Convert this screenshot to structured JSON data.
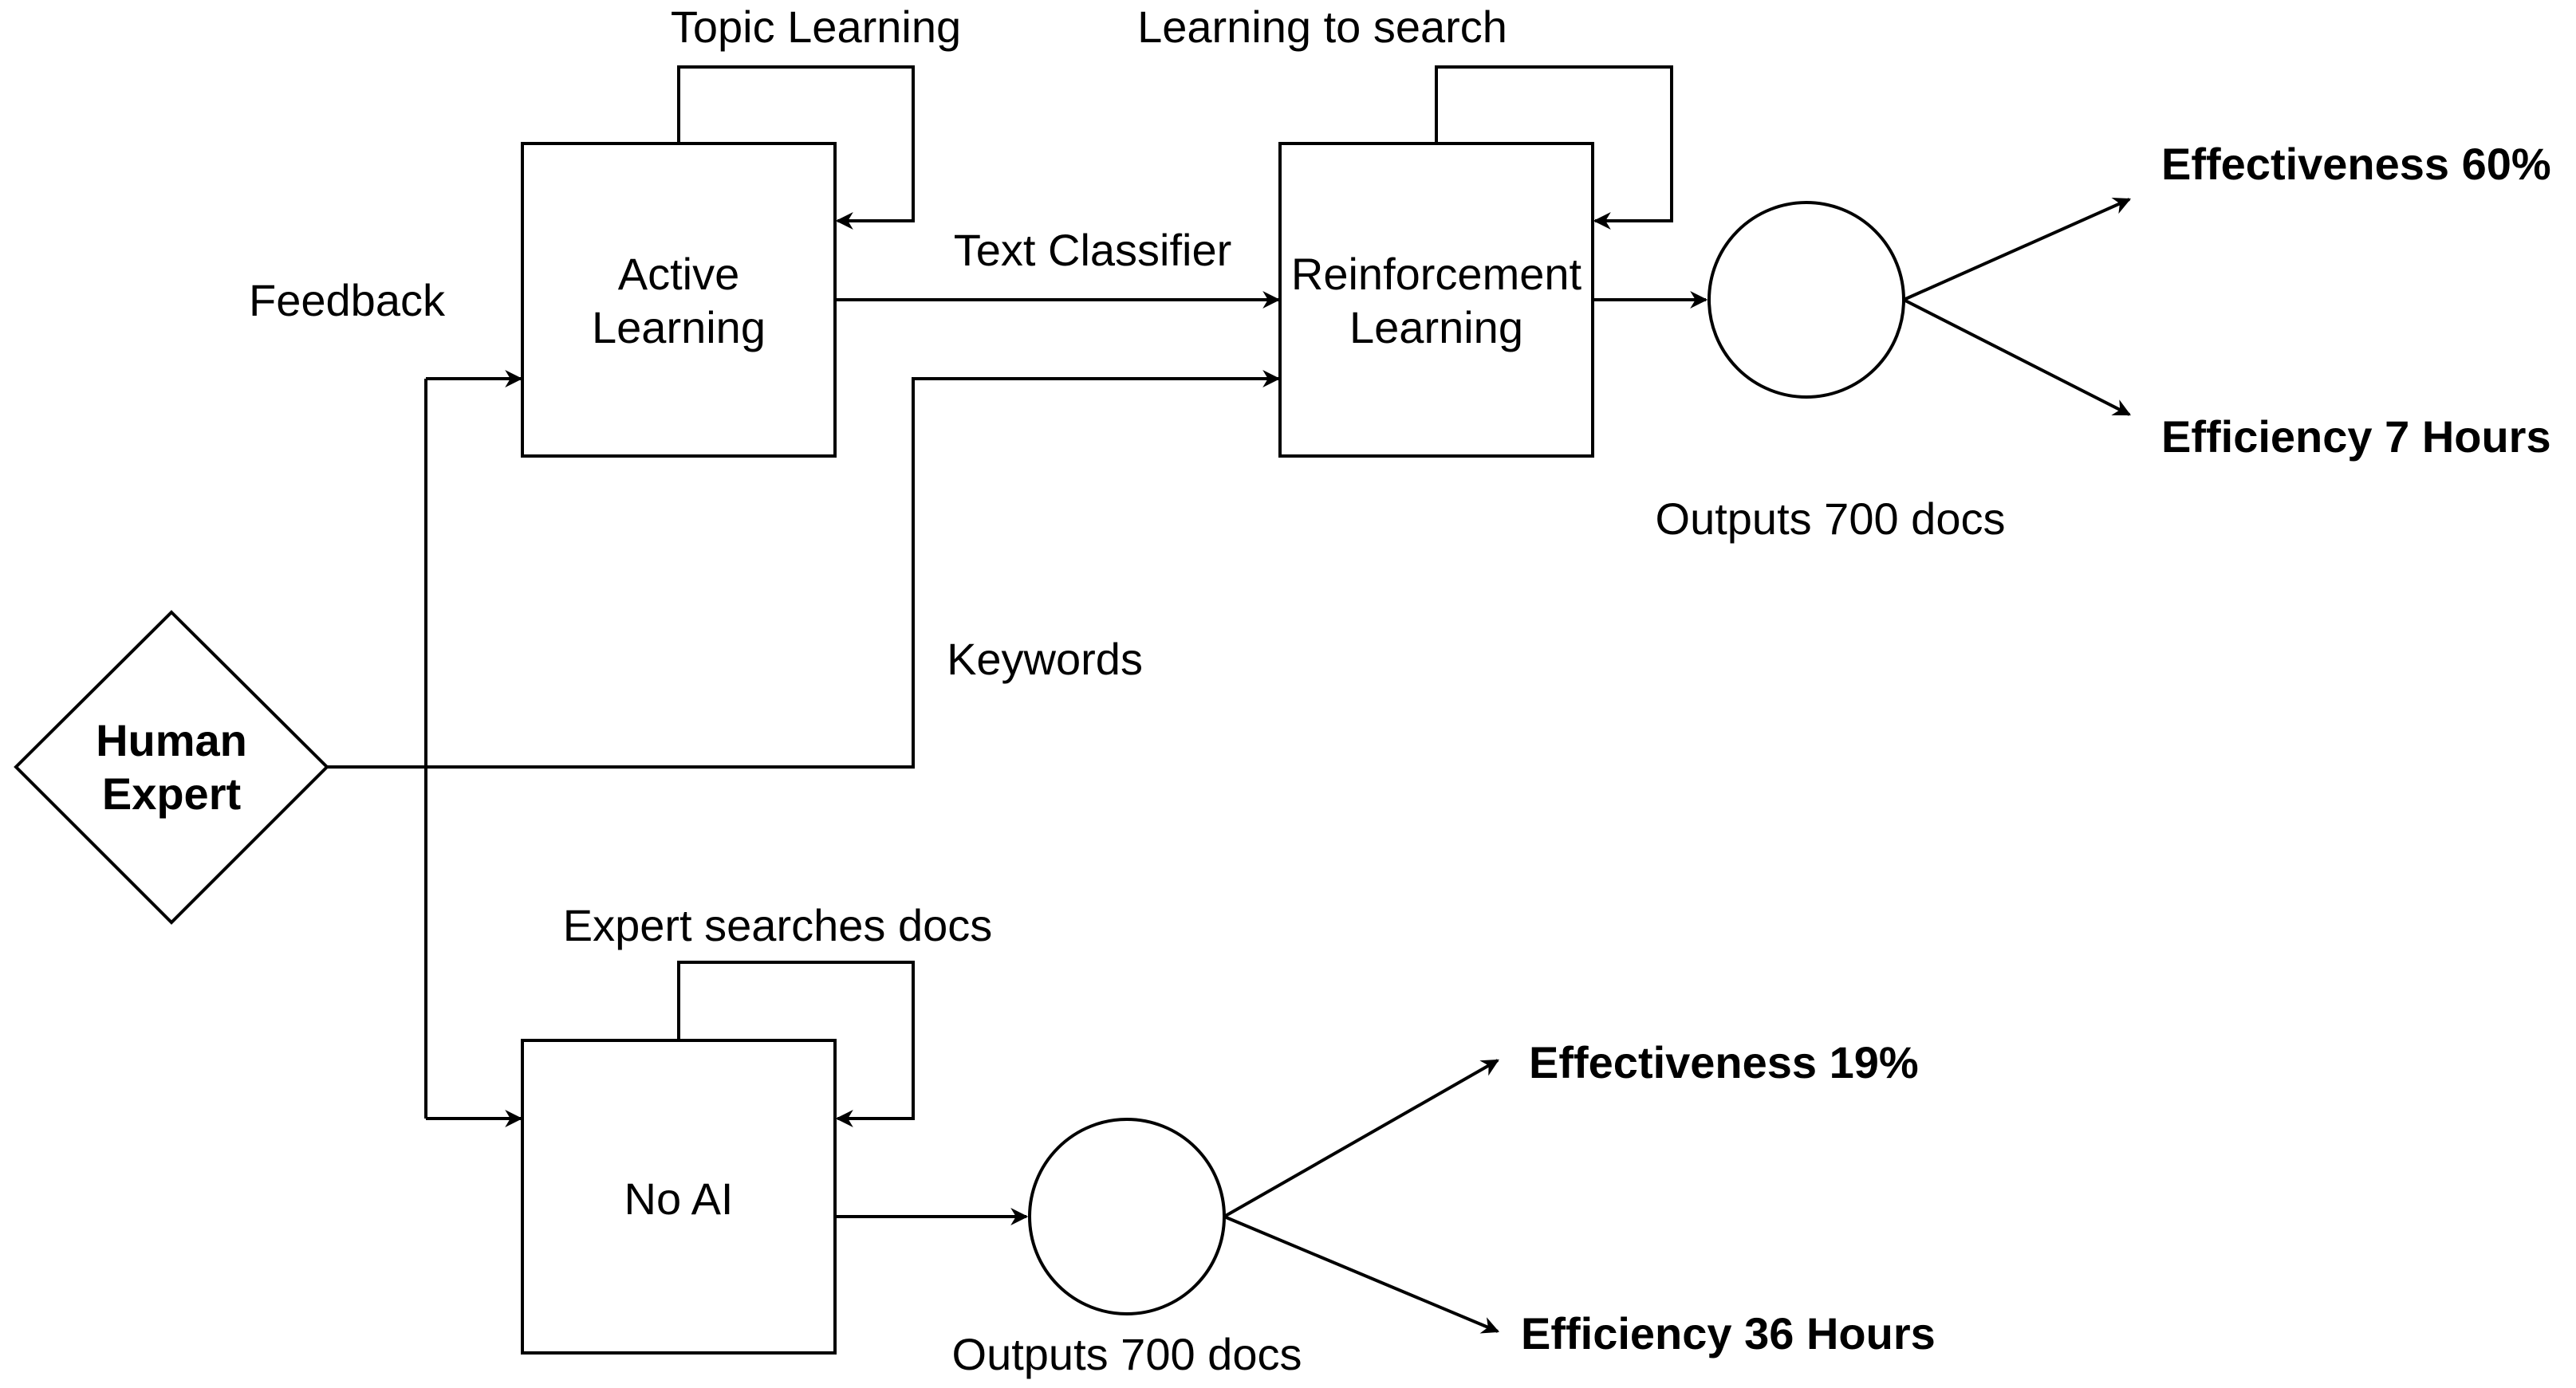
{
  "nodes": {
    "human_expert": {
      "line1": "Human",
      "line2": "Expert"
    },
    "active_learning": {
      "line1": "Active",
      "line2": "Learning"
    },
    "reinforcement_learning": {
      "line1": "Reinforcement",
      "line2": "Learning"
    },
    "no_ai": {
      "label": "No AI"
    }
  },
  "edge_labels": {
    "topic_learning": "Topic Learning",
    "learning_to_search": "Learning to search",
    "text_classifier": "Text Classifier",
    "feedback": "Feedback",
    "keywords": "Keywords",
    "expert_searches_docs": "Expert searches docs"
  },
  "outputs": {
    "ai_path": {
      "docs": "Outputs 700 docs",
      "effectiveness": "Effectiveness 60%",
      "efficiency": "Efficiency 7 Hours"
    },
    "no_ai_path": {
      "docs": "Outputs 700 docs",
      "effectiveness": "Effectiveness 19%",
      "efficiency": "Efficiency 36 Hours"
    }
  }
}
